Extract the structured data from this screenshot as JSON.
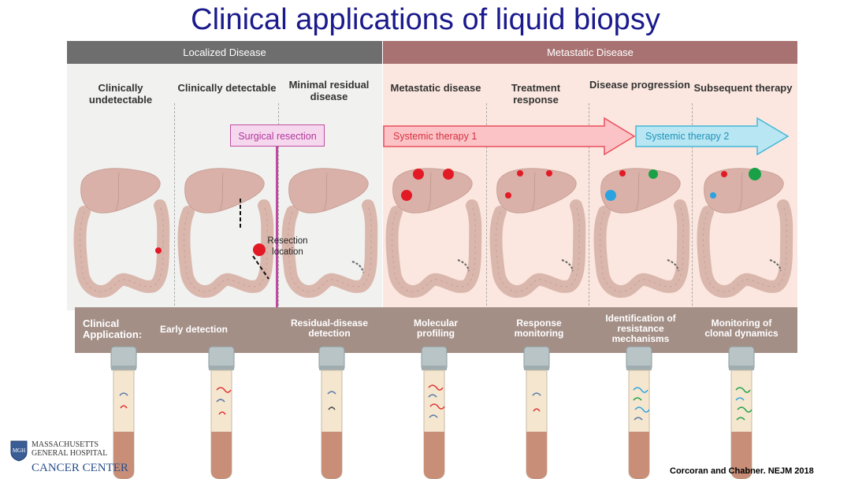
{
  "title": "Clinical applications of liquid biopsy",
  "bands": {
    "localized": "Localized Disease",
    "metastatic": "Metastatic Disease"
  },
  "columns": [
    {
      "label": "Clinically undetectable"
    },
    {
      "label": "Clinically detectable"
    },
    {
      "label": "Minimal residual disease"
    },
    {
      "label": "Metastatic disease"
    },
    {
      "label": "Treatment response"
    },
    {
      "label": "Disease progression"
    },
    {
      "label": "Subsequent therapy"
    }
  ],
  "therapies": {
    "surgical": "Surgical resection",
    "systemic1": "Systemic therapy 1",
    "systemic2": "Systemic therapy 2"
  },
  "resection_label": "Resection location",
  "clinical_application_label": "Clinical Application:",
  "applications": [
    "Early detection",
    "Residual-disease detection",
    "Molecular profiling",
    "Response monitoring",
    "Identification of resistance mechanisms",
    "Monitoring of clonal dynamics"
  ],
  "credit": "Corcoran and Chabner. NEJM 2018",
  "logo": {
    "line1": "MASSACHUSETTS",
    "line2": "GENERAL HOSPITAL",
    "line3": "CANCER CENTER",
    "seal": "MGH"
  },
  "colors": {
    "title": "#1a1a8c",
    "surgical": "#c24aa4",
    "systemic1": "#e94f5d",
    "systemic2": "#46b7d8",
    "tumor": "#e21a25",
    "clone_blue": "#2aa3e0",
    "clone_green": "#1aa046"
  }
}
